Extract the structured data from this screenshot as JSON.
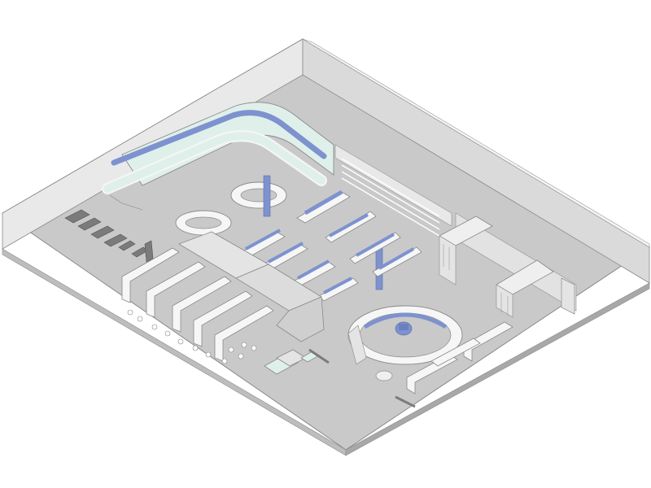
{
  "diagram": {
    "kind": "isometric-floor-plan",
    "colors": {
      "background": "#ffffff",
      "floor": "#c9c9c9",
      "wall_light": "#eeeeee",
      "wall_mid": "#dcdcdc",
      "wall_dark": "#bdbdbd",
      "fixture": "#f6f6f6",
      "fixture_side": "#e4e4e4",
      "accent_blue": "#7d92cf",
      "accent_mint": "#dff0ea",
      "dark_block": "#7b7b7b",
      "line": "#8a8a8a"
    },
    "elements": [
      "outer-walls",
      "glazed-curved-counter",
      "oval-shelf-island",
      "circular-service-counter",
      "display-shelving-rows",
      "blue-columns",
      "cafe-seating-area",
      "merchandise-racks",
      "lounge-seating",
      "storage-lockers"
    ]
  }
}
